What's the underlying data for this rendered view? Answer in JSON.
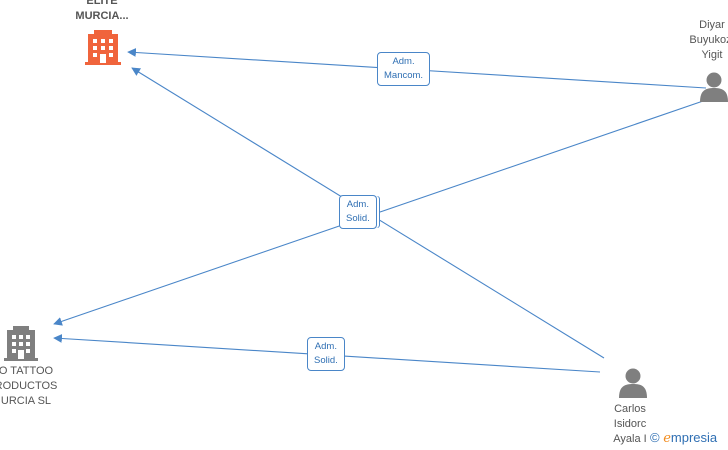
{
  "nodes": {
    "elite": {
      "name_lines": [
        "ELITE",
        "MURCIA..."
      ],
      "icon": "building-icon",
      "color": "#f0643c"
    },
    "tattoo": {
      "name_lines": [
        "O TATTOO",
        "RODUCTOS",
        "URCIA SL"
      ],
      "icon": "building-icon",
      "color": "#7f7f7f"
    },
    "diyar": {
      "name_lines": [
        "Diyar",
        "Buyukozt",
        "Yigit"
      ],
      "icon": "person-icon",
      "color": "#7f7f7f"
    },
    "carlos": {
      "name_lines": [
        "Carlos",
        "Isidorc",
        "Ayala I"
      ],
      "icon": "person-icon",
      "color": "#7f7f7f"
    }
  },
  "edges": {
    "diyar_elite": {
      "label_lines": [
        "Adm.",
        "Mancom."
      ]
    },
    "hub": {
      "label_lines": [
        "Adm.",
        "Solid."
      ]
    },
    "carlos_tattoo": {
      "label_lines": [
        "Adm.",
        "Solid."
      ]
    }
  },
  "colors": {
    "edge": "#4a86c8",
    "label_text": "#2f6fb3"
  },
  "watermark": {
    "copyright": "©",
    "brand_initial": "e",
    "brand_rest": "mpresia"
  }
}
